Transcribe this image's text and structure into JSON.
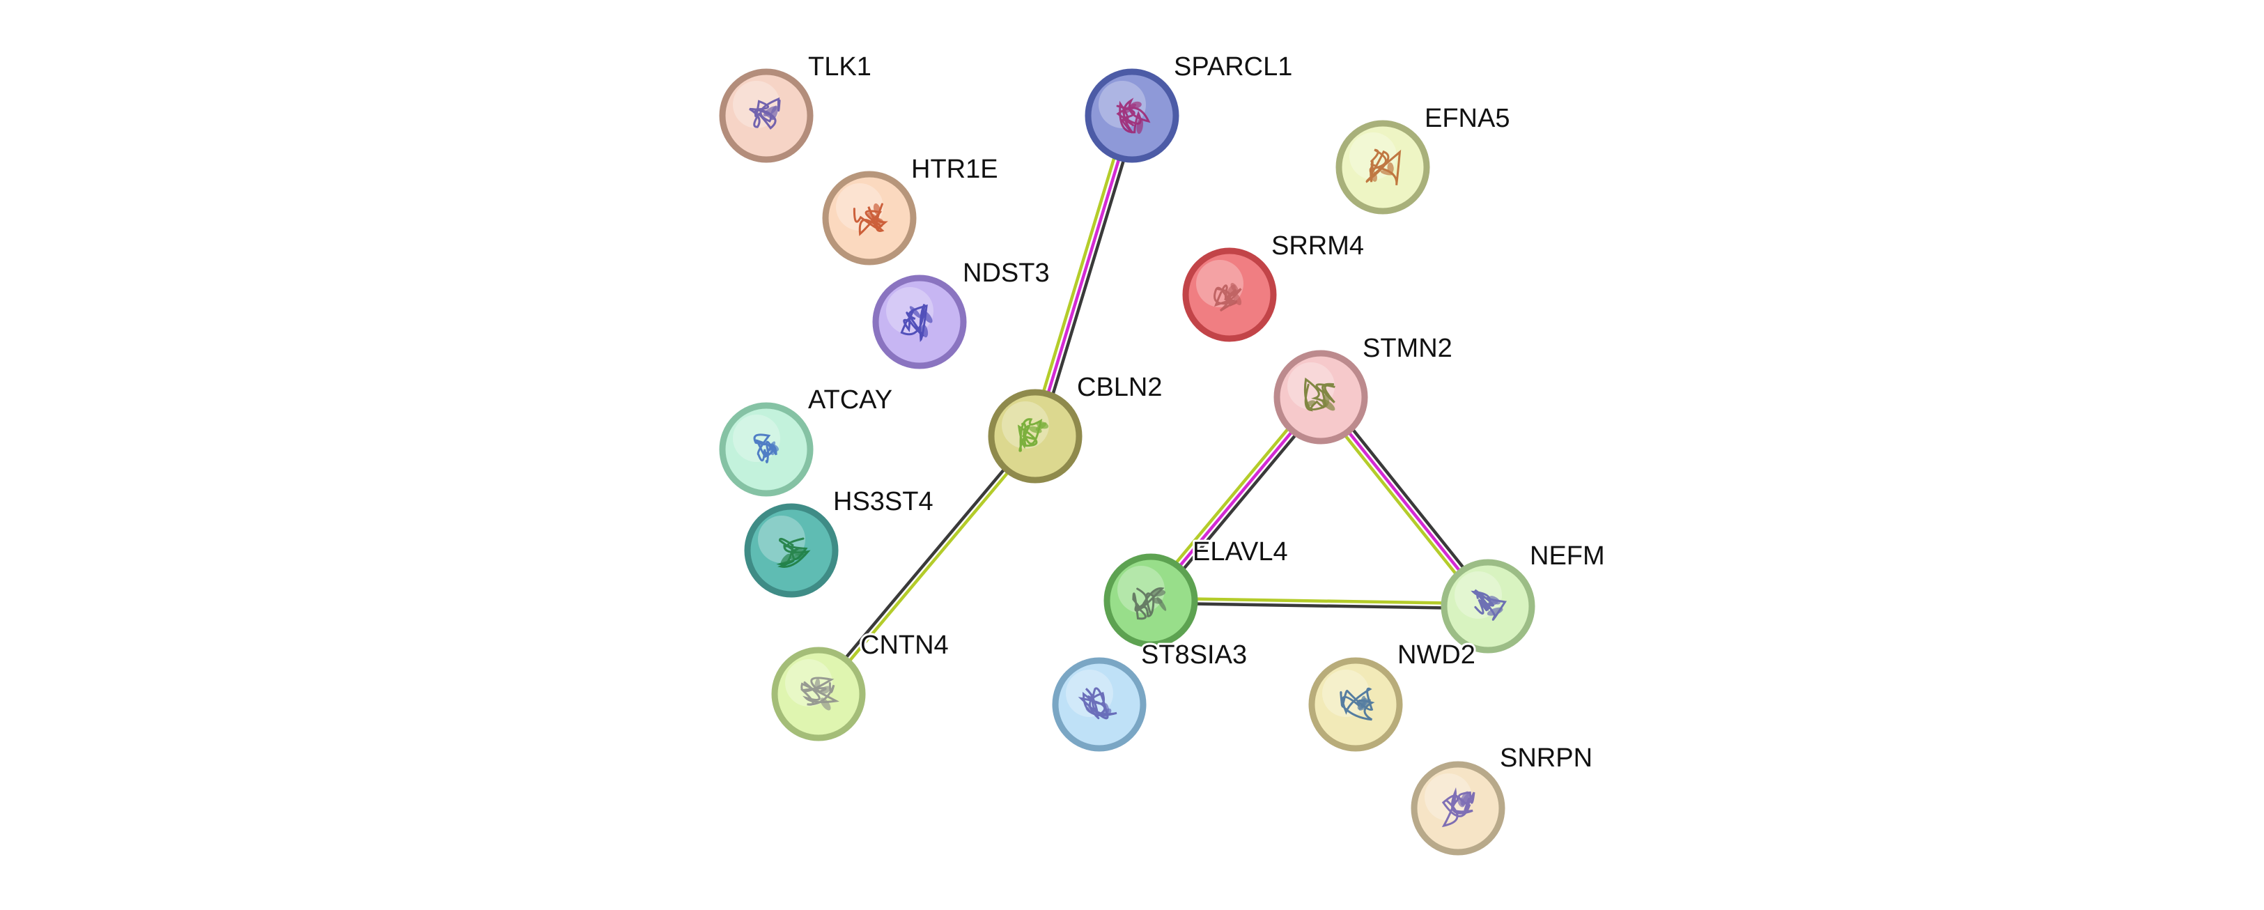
{
  "network": {
    "nodes": [
      {
        "id": "TLK1",
        "label": "TLK1",
        "fill": "#f6d4c6",
        "border": "#b38d7b",
        "glyph": "#5b4ea8"
      },
      {
        "id": "SPARCL1",
        "label": "SPARCL1",
        "fill": "#8e99d8",
        "border": "#4c5ba6",
        "glyph": "#a0206e"
      },
      {
        "id": "EFNA5",
        "label": "EFNA5",
        "fill": "#eef5c4",
        "border": "#a8b07a",
        "glyph": "#b8622a"
      },
      {
        "id": "HTR1E",
        "label": "HTR1E",
        "fill": "#fbd9bf",
        "border": "#b7967b",
        "glyph": "#c44a22"
      },
      {
        "id": "SRRM4",
        "label": "SRRM4",
        "fill": "#f07e82",
        "border": "#c24448",
        "glyph": "#b85a5a"
      },
      {
        "id": "NDST3",
        "label": "NDST3",
        "fill": "#c7b6f3",
        "border": "#8a74c0",
        "glyph": "#3b3bb0"
      },
      {
        "id": "STMN2",
        "label": "STMN2",
        "fill": "#f6c9cb",
        "border": "#bc8a8d",
        "glyph": "#6d7a2a"
      },
      {
        "id": "ATCAY",
        "label": "ATCAY",
        "fill": "#c3f2dc",
        "border": "#85c2a4",
        "glyph": "#3a6ac0"
      },
      {
        "id": "CBLN2",
        "label": "CBLN2",
        "fill": "#dcd88f",
        "border": "#8f8a4c",
        "glyph": "#6aa82a"
      },
      {
        "id": "HS3ST4",
        "label": "HS3ST4",
        "fill": "#5fbcb3",
        "border": "#3f8c86",
        "glyph": "#1a7a3a"
      },
      {
        "id": "ELAVL4",
        "label": "ELAVL4",
        "fill": "#98de8a",
        "border": "#5da251",
        "glyph": "#5a6a5a"
      },
      {
        "id": "NEFM",
        "label": "NEFM",
        "fill": "#d8f3c0",
        "border": "#9cbd86",
        "glyph": "#5a5ab0"
      },
      {
        "id": "CNTN4",
        "label": "CNTN4",
        "fill": "#dff5b0",
        "border": "#a4bd78",
        "glyph": "#8a8a8a"
      },
      {
        "id": "ST8SIA3",
        "label": "ST8SIA3",
        "fill": "#bfe1f7",
        "border": "#7aa6c4",
        "glyph": "#5a5ab0"
      },
      {
        "id": "NWD2",
        "label": "NWD2",
        "fill": "#f2eab8",
        "border": "#b8ac7a",
        "glyph": "#3a6a9a"
      },
      {
        "id": "SNRPN",
        "label": "SNRPN",
        "fill": "#f6e4c6",
        "border": "#b8a98a",
        "glyph": "#6a5ab0"
      }
    ],
    "edges": [
      {
        "source": "SPARCL1",
        "target": "CBLN2",
        "colors": [
          "#3a3a3a",
          "#d42ad4",
          "#b4cc2a"
        ]
      },
      {
        "source": "CBLN2",
        "target": "CNTN4",
        "colors": [
          "#b4cc2a",
          "#3a3a3a"
        ]
      },
      {
        "source": "STMN2",
        "target": "ELAVL4",
        "colors": [
          "#3a3a3a",
          "#d42ad4",
          "#b4cc2a"
        ]
      },
      {
        "source": "STMN2",
        "target": "NEFM",
        "colors": [
          "#3a3a3a",
          "#d42ad4",
          "#b4cc2a"
        ]
      },
      {
        "source": "ELAVL4",
        "target": "NEFM",
        "colors": [
          "#b4cc2a",
          "#3a3a3a"
        ]
      }
    ]
  }
}
